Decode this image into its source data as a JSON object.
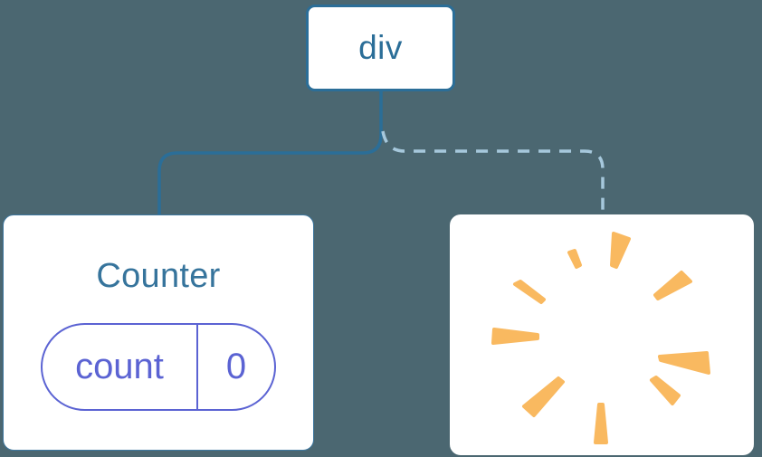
{
  "colors": {
    "canvas-bg": "#4b6771",
    "node-blue": "#2b6e98",
    "title-blue": "#36749c",
    "pill-indigo": "#5b63d3",
    "dashed-blue": "#a6c8dc",
    "poof-orange": "#f9b960",
    "node-bg": "#ffffff"
  },
  "tree": {
    "root": {
      "label": "div"
    },
    "children": [
      {
        "id": "counter",
        "title": "Counter",
        "state": {
          "key": "count",
          "value": "0"
        },
        "link_style": "solid"
      },
      {
        "id": "removed",
        "icon": "poof-starburst-icon",
        "link_style": "dashed"
      }
    ]
  }
}
